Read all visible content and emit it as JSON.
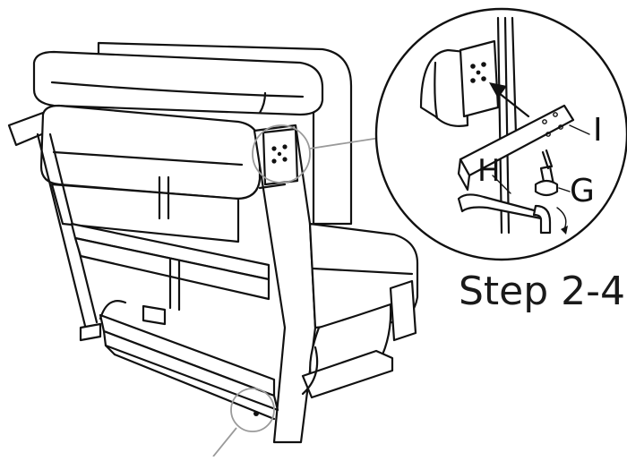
{
  "step": {
    "title": "Step 2-4"
  },
  "labels": {
    "part_i": "I",
    "part_h": "H",
    "part_g": "G"
  }
}
